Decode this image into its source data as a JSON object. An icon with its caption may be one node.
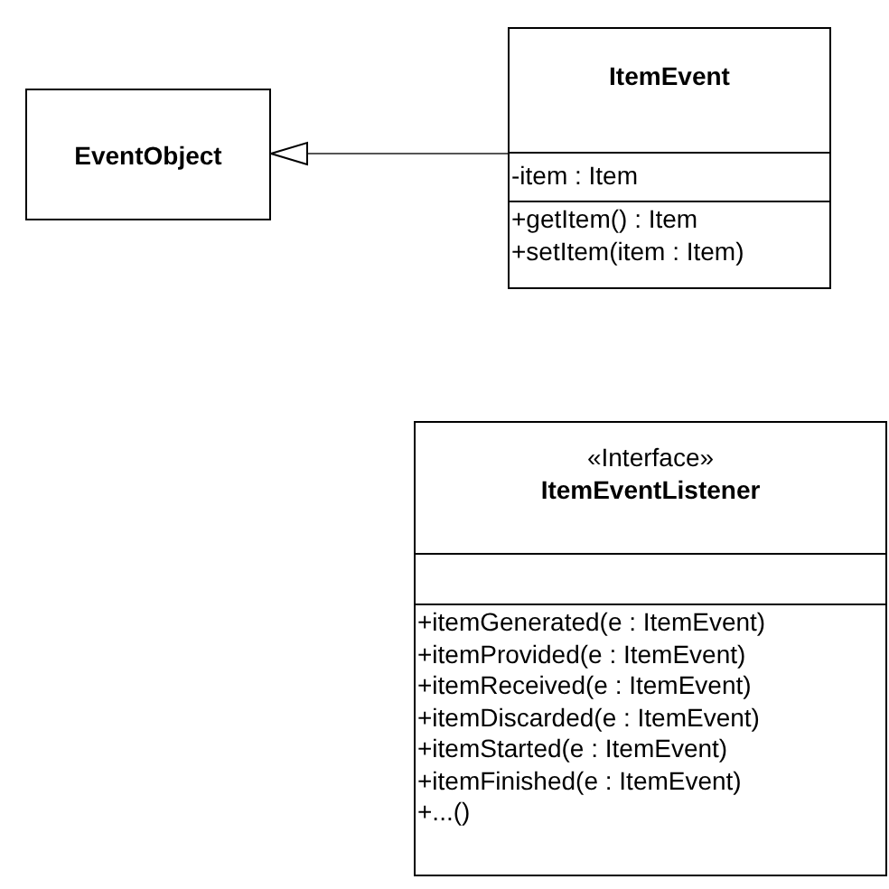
{
  "diagram": {
    "nodes": [
      {
        "text": [
          "EventObject"
        ]
      },
      {
        "text": [
          "ItemEvent"
        ]
      },
      {
        "text": [
          "-item : Item"
        ],
        "in": 1
      },
      {
        "text": [
          "+getItem() : Item",
          "+setItem(item : Item)"
        ],
        "in": 1
      },
      {
        "text": [
          "«Interface»",
          "ItemEventListener"
        ]
      },
      {
        "text": [],
        "shape": "box",
        "in": 4
      },
      {
        "text": [
          "+itemGenerated(e : ItemEvent)",
          "+itemProvided(e : ItemEvent)",
          "+itemReceived(e : ItemEvent)",
          "+itemDiscarded(e : ItemEvent)",
          "+itemStarted(e : ItemEvent)",
          "+itemFinished(e : ItemEvent)",
          "+...()"
        ],
        "in": 4
      }
    ],
    "edges": [
      {
        "from": 1,
        "to": 0,
        "arrow": "to"
      }
    ]
  }
}
